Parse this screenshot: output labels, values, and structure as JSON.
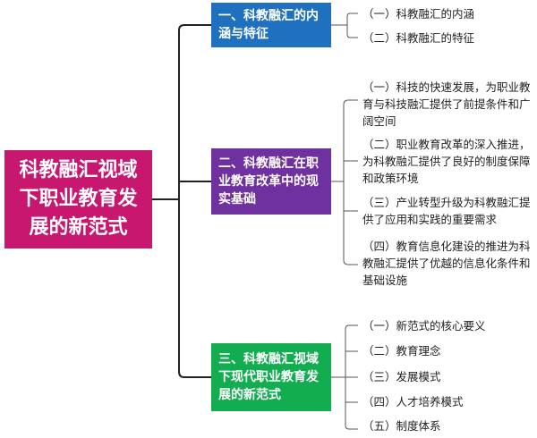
{
  "root": {
    "label": "科教融汇视域下职业教育发展的新范式",
    "color": "#c8176e"
  },
  "branches": [
    {
      "label": "一、科教融汇的内涵与特征",
      "color": "#1f71c0",
      "leaves": [
        "（一）科教融汇的内涵",
        "（二）科教融汇的特征"
      ]
    },
    {
      "label": "二、科教融汇在职业教育改革中的现实基础",
      "color": "#7031a0",
      "leaves": [
        "（一）科技的快速发展，为职业教育与科技融汇提供了前提条件和广阔空间",
        "（二）职业教育改革的深入推进，为科教融汇提供了良好的制度保障和政策环境",
        "（三）产业转型升级为科教融汇提供了应用和实践的重要需求",
        "（四）教育信息化建设的推进为科教融汇提供了优越的信息化条件和基础设施"
      ]
    },
    {
      "label": "三、科教融汇视域下现代职业教育发展的新范式",
      "color": "#12ad50",
      "leaves": [
        "（一）新范式的核心要义",
        "（二）教育理念",
        "（三）发展模式",
        "（四）人才培养模式",
        "（五）制度体系"
      ]
    }
  ]
}
